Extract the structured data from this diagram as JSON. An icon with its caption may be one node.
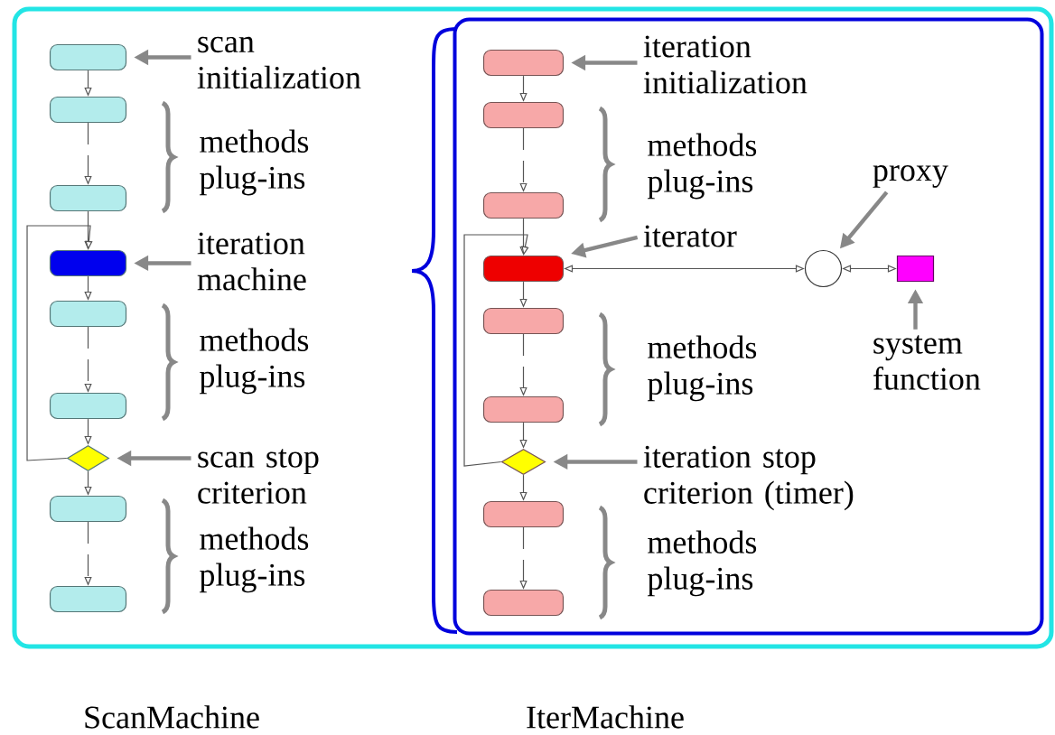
{
  "diagram": {
    "nodes": [
      {
        "text": [],
        "shape": "box"
      },
      {
        "text": [],
        "shape": "box",
        "in": 0
      },
      {
        "text": [],
        "shape": "box",
        "in": 0
      },
      {
        "text": [],
        "shape": "box",
        "in": 0
      },
      {
        "text": [],
        "shape": "box",
        "in": 0
      },
      {
        "text": [],
        "shape": "box",
        "in": 0
      },
      {
        "text": [],
        "shape": "box",
        "in": 0
      },
      {
        "text": [],
        "shape": "box",
        "in": 0
      },
      {
        "text": [],
        "shape": "diamond",
        "in": 0
      },
      {
        "text": [],
        "shape": "box",
        "in": 0
      },
      {
        "text": [],
        "shape": "box",
        "in": 0
      },
      {
        "text": [
          "scan initialization"
        ],
        "in": 0
      },
      {
        "text": [
          "iteration machine"
        ],
        "in": 0
      },
      {
        "text": [
          "scan stop criterion"
        ],
        "in": 0
      },
      {
        "text": [],
        "shape": "box",
        "in": 1
      },
      {
        "text": [],
        "shape": "box",
        "in": 1
      },
      {
        "text": [],
        "shape": "box",
        "in": 1
      },
      {
        "text": [],
        "shape": "box",
        "in": 1
      },
      {
        "text": [],
        "shape": "box",
        "in": 1
      },
      {
        "text": [],
        "shape": "box",
        "in": 1
      },
      {
        "text": [],
        "shape": "diamond",
        "in": 1
      },
      {
        "text": [],
        "shape": "box",
        "in": 1
      },
      {
        "text": [],
        "shape": "box",
        "in": 1
      },
      {
        "text": [],
        "shape": "circle",
        "in": 1
      },
      {
        "text": [],
        "shape": "box",
        "in": 1
      },
      {
        "text": [
          "iteration initialization"
        ],
        "in": 1
      },
      {
        "text": [
          "iterator"
        ],
        "in": 1
      },
      {
        "text": [
          "proxy"
        ],
        "in": 1
      },
      {
        "text": [
          "system function"
        ],
        "in": 1
      },
      {
        "text": [
          "iteration stop criterion (timer)"
        ],
        "in": 1
      }
    ],
    "edges": [
      {
        "from": 2,
        "to": 3,
        "arrow": "to"
      },
      {
        "from": 3,
        "to": 4,
        "arrow": "to",
        "style": "dashed"
      },
      {
        "from": 4,
        "to": 5,
        "arrow": "to"
      },
      {
        "from": 5,
        "to": 6,
        "arrow": "to"
      },
      {
        "from": 6,
        "to": 7,
        "arrow": "to",
        "style": "dashed"
      },
      {
        "from": 7,
        "to": 8,
        "arrow": "to"
      },
      {
        "from": 8,
        "to": 9,
        "arrow": "to"
      },
      {
        "from": 9,
        "to": 10,
        "arrow": "to",
        "style": "dashed"
      },
      {
        "from": 8,
        "to": 5,
        "arrow": "to"
      },
      {
        "from": 11,
        "to": 2,
        "arrow": "to",
        "style": "thick",
        "color": "#888888"
      },
      {
        "from": 12,
        "to": 5,
        "arrow": "to",
        "style": "thick",
        "color": "#888888"
      },
      {
        "from": 13,
        "to": 8,
        "arrow": "to",
        "style": "thick",
        "color": "#888888"
      },
      {
        "from": 14,
        "to": 15,
        "arrow": "to"
      },
      {
        "from": 15,
        "to": 16,
        "arrow": "to",
        "style": "dashed"
      },
      {
        "from": 16,
        "to": 17,
        "arrow": "to"
      },
      {
        "from": 17,
        "to": 18,
        "arrow": "to"
      },
      {
        "from": 18,
        "to": 19,
        "arrow": "to",
        "style": "dashed"
      },
      {
        "from": 19,
        "to": 20,
        "arrow": "to"
      },
      {
        "from": 20,
        "to": 21,
        "arrow": "to"
      },
      {
        "from": 21,
        "to": 22,
        "arrow": "to",
        "style": "dashed"
      },
      {
        "from": 20,
        "to": 17,
        "arrow": "to"
      },
      {
        "from": 17,
        "to": 23,
        "arrow": "both"
      },
      {
        "from": 23,
        "to": 24,
        "arrow": "both"
      },
      {
        "from": 25,
        "to": 14,
        "arrow": "to",
        "style": "thick",
        "color": "#888888"
      },
      {
        "from": 26,
        "to": 17,
        "arrow": "to",
        "style": "thick",
        "color": "#888888"
      },
      {
        "from": 27,
        "to": 23,
        "arrow": "to",
        "style": "thick",
        "color": "#888888"
      },
      {
        "from": 28,
        "to": 24,
        "arrow": "to",
        "style": "thick",
        "color": "#888888"
      },
      {
        "from": 29,
        "to": 20,
        "arrow": "to",
        "style": "thick",
        "color": "#888888"
      }
    ],
    "labels": [
      "methods plug-ins",
      "methods plug-ins",
      "methods plug-ins",
      "methods plug-ins",
      "methods plug-ins",
      "methods plug-ins",
      "ScanMachine",
      "IterMachine"
    ]
  }
}
